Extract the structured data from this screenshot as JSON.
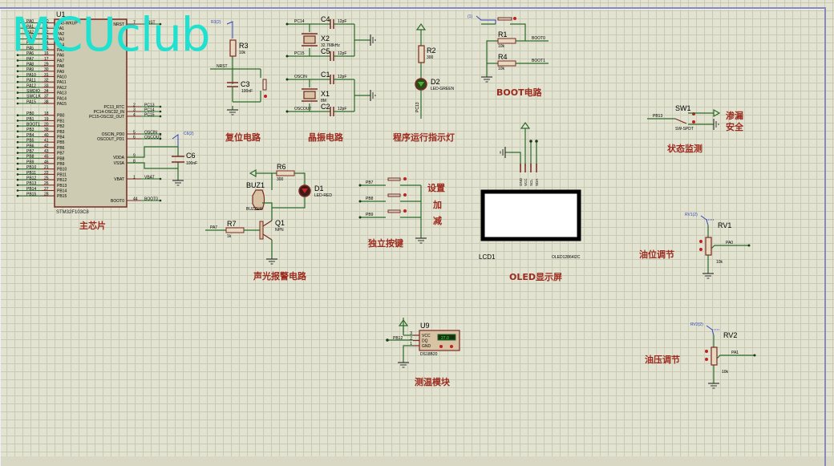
{
  "watermark": "MCUclub",
  "mcu": {
    "ref": "U1",
    "part": "STM32F103C8",
    "caption": "主芯片",
    "left_pins": [
      {
        "net": "PA0",
        "num": "10",
        "name": "PA0-WKUP"
      },
      {
        "net": "PA1",
        "num": "11",
        "name": "PA1"
      },
      {
        "net": "PA2",
        "num": "12",
        "name": "PA2"
      },
      {
        "net": "PA3",
        "num": "13",
        "name": "PA3"
      },
      {
        "net": "PA4",
        "num": "14",
        "name": "PA4"
      },
      {
        "net": "PA5",
        "num": "15",
        "name": "PA5"
      },
      {
        "net": "PA6",
        "num": "16",
        "name": "PA6"
      },
      {
        "net": "PA7",
        "num": "17",
        "name": "PA7"
      },
      {
        "net": "PA8",
        "num": "29",
        "name": "PA8"
      },
      {
        "net": "PA9",
        "num": "30",
        "name": "PA9"
      },
      {
        "net": "PA10",
        "num": "31",
        "name": "PA10"
      },
      {
        "net": "PA11",
        "num": "32",
        "name": "PA11"
      },
      {
        "net": "PA12",
        "num": "33",
        "name": "PA12"
      },
      {
        "net": "SWDIO",
        "num": "34",
        "name": "PA13"
      },
      {
        "net": "SWCLK",
        "num": "37",
        "name": "PA14"
      },
      {
        "net": "PA15",
        "num": "38",
        "name": "PA15"
      },
      {
        "net": "PB0",
        "num": "18",
        "name": "PB0"
      },
      {
        "net": "PB1",
        "num": "19",
        "name": "PB1"
      },
      {
        "net": "BOOT1",
        "num": "20",
        "name": "PB2"
      },
      {
        "net": "PB3",
        "num": "39",
        "name": "PB3"
      },
      {
        "net": "PB4",
        "num": "40",
        "name": "PB4"
      },
      {
        "net": "PB5",
        "num": "41",
        "name": "PB5"
      },
      {
        "net": "PB6",
        "num": "42",
        "name": "PB6"
      },
      {
        "net": "PB7",
        "num": "43",
        "name": "PB7"
      },
      {
        "net": "PB8",
        "num": "45",
        "name": "PB8"
      },
      {
        "net": "PB9",
        "num": "46",
        "name": "PB9"
      },
      {
        "net": "PB10",
        "num": "21",
        "name": "PB10"
      },
      {
        "net": "PB11",
        "num": "22",
        "name": "PB11"
      },
      {
        "net": "PB12",
        "num": "25",
        "name": "PB12"
      },
      {
        "net": "PB13",
        "num": "26",
        "name": "PB13"
      },
      {
        "net": "PB14",
        "num": "27",
        "name": "PB14"
      },
      {
        "net": "PB15",
        "num": "28",
        "name": "PB15"
      }
    ],
    "right_pins": [
      {
        "name": "NRST",
        "num": "7",
        "net": "NRST"
      },
      {
        "name": "PC13_RTC",
        "num": "2",
        "net": "PC13"
      },
      {
        "name": "PC14-OSC32_IN",
        "num": "3",
        "net": "PC14"
      },
      {
        "name": "PC15-OSC32_OUT",
        "num": "4",
        "net": "PC15"
      },
      {
        "name": "OSCIN_PD0",
        "num": "5",
        "net": "OSCIN"
      },
      {
        "name": "OSCOUT_PD1",
        "num": "6",
        "net": "OSCOUT"
      },
      {
        "name": "VDDA",
        "num": "9",
        "net": ""
      },
      {
        "name": "VSSA",
        "num": "8",
        "net": ""
      },
      {
        "name": "VBAT",
        "num": "1",
        "net": "VBAT"
      },
      {
        "name": "BOOT0",
        "num": "44",
        "net": "BOOT0"
      }
    ],
    "c6": {
      "ref": "C6",
      "value": "100nF",
      "probe": "C6(2)"
    }
  },
  "reset": {
    "caption": "复位电路",
    "probe": "R3(2)",
    "r_ref": "R3",
    "r_val": "10k",
    "c_ref": "C3",
    "c_val": "100nF",
    "net": "NRST"
  },
  "crystal": {
    "caption": "晶振电路",
    "x2": {
      "ref": "X2",
      "val": "32.768kHz",
      "net_a": "PC14",
      "net_b": "PC15",
      "ca": "C4",
      "cb": "C5",
      "cval": "12pF"
    },
    "x1": {
      "ref": "X1",
      "val": "8M",
      "net_a": "OSCIN",
      "net_b": "OSCOUT",
      "ca": "C1",
      "cb": "C2",
      "cval": "12pF"
    }
  },
  "runled": {
    "caption": "程序运行指示灯",
    "r_ref": "R2",
    "r_val": "300",
    "d_ref": "D2",
    "d_val": "LED-GREEN",
    "net": "PC13"
  },
  "boot": {
    "caption": "BOOT电路",
    "probe": "(1)",
    "r1": "R1",
    "r1_val": "10k",
    "r4": "R4",
    "r4_val": "10k",
    "net0": "BOOT0",
    "net1": "BOOT1"
  },
  "status": {
    "caption": "状态监测",
    "ref": "SW1",
    "part": "SW-SPDT",
    "net": "PB13",
    "label_leak": "渗漏",
    "label_safe": "安全"
  },
  "alarm": {
    "caption": "声光报警电路",
    "buz_ref": "BUZ1",
    "buz_val": "BUZZER",
    "r6": "R6",
    "r6_val": "300",
    "d1": "D1",
    "d1_val": "LED-RED",
    "r7": "R7",
    "r7_val": "1k",
    "net": "PA7",
    "q_ref": "Q1",
    "q_val": "NPN"
  },
  "keys": {
    "caption": "独立按键",
    "nets": [
      "PB7",
      "PB8",
      "PB9"
    ],
    "labels": [
      "设置",
      "加",
      "减"
    ]
  },
  "oled": {
    "caption": "OLED显示屏",
    "ref": "LCD1",
    "part": "OLED12864I2C",
    "pins": [
      "GND",
      "VCC",
      "SCL",
      "SDA"
    ]
  },
  "temp": {
    "caption": "测温模块",
    "ref": "U9",
    "part": "DS18B20",
    "net": "PB12",
    "pins": [
      {
        "num": "3",
        "name": "VCC"
      },
      {
        "num": "2",
        "name": "DQ"
      },
      {
        "num": "1",
        "name": "GND"
      }
    ],
    "display": "27.0"
  },
  "oil_level": {
    "caption": "油位调节",
    "ref": "RV1",
    "val": "10k",
    "probe": "RV1(2)",
    "net": "PA0"
  },
  "oil_press": {
    "caption": "油压调节",
    "ref": "RV2",
    "val": "10k",
    "probe": "RV2(2)",
    "net": "PA1"
  }
}
